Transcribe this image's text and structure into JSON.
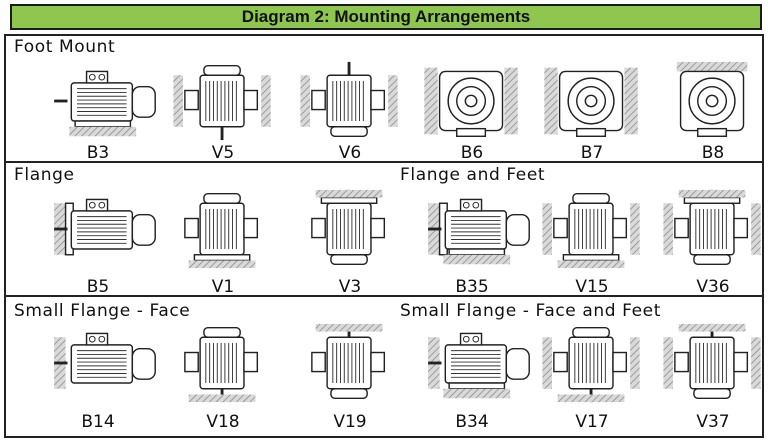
{
  "title": "Diagram 2: Mounting Arrangements",
  "sections": [
    {
      "label": "Foot Mount"
    },
    {
      "label": "Flange"
    },
    {
      "label": "Flange and Feet"
    },
    {
      "label": "Small Flange - Face"
    },
    {
      "label": "Small Flange - Face and Feet"
    }
  ],
  "arrangements": [
    {
      "code": "B3",
      "icon": "foot-motor-side-icon"
    },
    {
      "code": "V5",
      "icon": "vertical-motor-down-icon"
    },
    {
      "code": "V6",
      "icon": "vertical-motor-up-icon"
    },
    {
      "code": "B6",
      "icon": "wall-mount-end-icon"
    },
    {
      "code": "B7",
      "icon": "wall-mount-end-icon"
    },
    {
      "code": "B8",
      "icon": "ceiling-mount-end-icon"
    },
    {
      "code": "B5",
      "icon": "flange-motor-side-icon"
    },
    {
      "code": "V1",
      "icon": "flange-vertical-down-icon"
    },
    {
      "code": "V3",
      "icon": "flange-vertical-up-icon"
    },
    {
      "code": "B35",
      "icon": "flange-feet-side-icon"
    },
    {
      "code": "V15",
      "icon": "flange-feet-vertical-down-icon"
    },
    {
      "code": "V36",
      "icon": "flange-feet-vertical-up-icon"
    },
    {
      "code": "B14",
      "icon": "face-motor-side-icon"
    },
    {
      "code": "V18",
      "icon": "face-vertical-down-icon"
    },
    {
      "code": "V19",
      "icon": "face-vertical-up-icon"
    },
    {
      "code": "B34",
      "icon": "face-feet-side-icon"
    },
    {
      "code": "V17",
      "icon": "face-feet-vertical-down-icon"
    },
    {
      "code": "V37",
      "icon": "face-feet-vertical-up-icon"
    }
  ],
  "colors": {
    "title_bar": "#8fc650",
    "line": "#222222",
    "hatch": "#9a9a9a"
  }
}
